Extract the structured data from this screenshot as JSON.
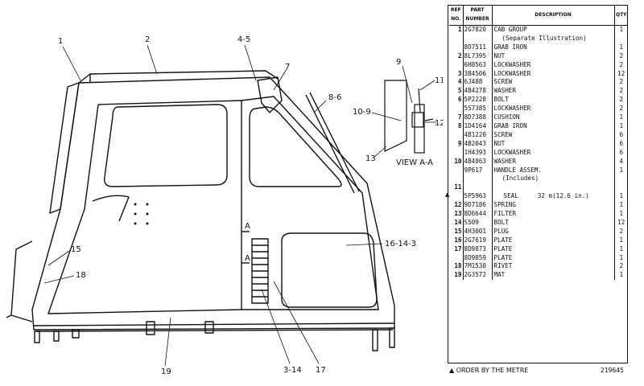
{
  "callouts": {
    "c1": "1",
    "c2": "2",
    "c45": "4-5",
    "c7": "7",
    "c86": "8-6",
    "c109": "10-9",
    "c9": "9",
    "c11": "11",
    "c12": "12",
    "c13": "13",
    "viewaa": "VIEW A-A",
    "c15": "15",
    "c18": "18",
    "c16143": "16-14-3",
    "c314": "3-14",
    "c17": "17",
    "c19": "19",
    "a1": "A",
    "a2": "A"
  },
  "table": {
    "headers": {
      "ref": "REF NO.",
      "part": "PART NUMBER",
      "desc": "DESCRIPTION",
      "qty": "QTY"
    },
    "rows": [
      {
        "ref": "1",
        "part": "2G7820",
        "desc": "CAB GROUP",
        "qty": "1"
      },
      {
        "ref": "",
        "part": "",
        "desc": "(Separate Illustration)",
        "qty": ""
      },
      {
        "ref": "",
        "part": "8D7511",
        "desc": "GRAB IRON",
        "qty": "1"
      },
      {
        "ref": "2",
        "part": "8L7395",
        "desc": "NUT",
        "qty": "2"
      },
      {
        "ref": "",
        "part": "6H8563",
        "desc": "LOCKWASHER",
        "qty": "2"
      },
      {
        "ref": "3",
        "part": "3B4506",
        "desc": "LOCKWASHER",
        "qty": "12"
      },
      {
        "ref": "4",
        "part": "6J488",
        "desc": "SCREW",
        "qty": "2"
      },
      {
        "ref": "5",
        "part": "4B4278",
        "desc": "WASHER",
        "qty": "2"
      },
      {
        "ref": "6",
        "part": "5P2228",
        "desc": "BOLT",
        "qty": "2"
      },
      {
        "ref": "",
        "part": "5S7385",
        "desc": "LOCKWASHER",
        "qty": "2"
      },
      {
        "ref": "7",
        "part": "8D7388",
        "desc": "CUSHION",
        "qty": "1"
      },
      {
        "ref": "8",
        "part": "1D4164",
        "desc": "GRAB IRON",
        "qty": "1"
      },
      {
        "ref": "",
        "part": "4B1220",
        "desc": "SCREW",
        "qty": "6"
      },
      {
        "ref": "9",
        "part": "4B2043",
        "desc": "NUT",
        "qty": "6"
      },
      {
        "ref": "",
        "part": "1H4393",
        "desc": "LOCKWASHER",
        "qty": "6"
      },
      {
        "ref": "10",
        "part": "4B4863",
        "desc": "WASHER",
        "qty": "4"
      },
      {
        "ref": "",
        "part": "9P617",
        "desc": "HANDLE ASSEM.",
        "qty": "1"
      },
      {
        "ref": "",
        "part": "",
        "desc": "(Includes)",
        "qty": ""
      },
      {
        "ref": "11",
        "part": "",
        "desc": "",
        "qty": ""
      },
      {
        "ref": "",
        "part": "5P5963",
        "desc": "SEAL",
        "seal_len": "32 m(12.6 in.)",
        "qty": "1"
      },
      {
        "ref": "12",
        "part": "9D7186",
        "desc": "SPRING",
        "qty": "1"
      },
      {
        "ref": "13",
        "part": "8D6644",
        "desc": "FILTER",
        "qty": "1"
      },
      {
        "ref": "14",
        "part": "S509",
        "desc": "BOLT",
        "qty": "12"
      },
      {
        "ref": "15",
        "part": "4H3001",
        "desc": "PLUG",
        "qty": "2"
      },
      {
        "ref": "16",
        "part": "2G7619",
        "desc": "PLATE",
        "qty": "1"
      },
      {
        "ref": "17",
        "part": "8D9873",
        "desc": "PLATE",
        "qty": "1"
      },
      {
        "ref": "",
        "part": "8D9859",
        "desc": "PLATE",
        "qty": "1"
      },
      {
        "ref": "18",
        "part": "7M1530",
        "desc": "RIVET",
        "qty": "2"
      },
      {
        "ref": "19",
        "part": "2G3572",
        "desc": "MAT",
        "qty": "1"
      }
    ]
  },
  "footer": {
    "note": "▲ ORDER BY THE METRE",
    "code": "219645",
    "margin_mark": "▲"
  }
}
